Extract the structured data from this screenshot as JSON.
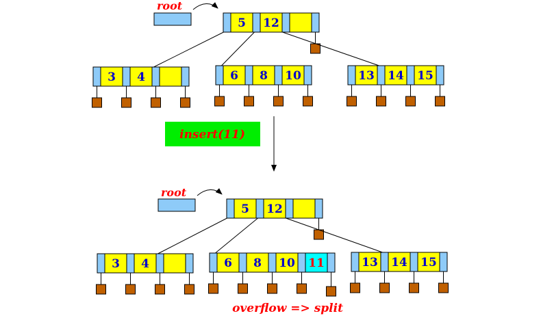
{
  "colors": {
    "pointer_cell": "#8ecbf8",
    "key_cell": "#ffff00",
    "new_key_cell": "#00ffff",
    "child_box": "#c06000",
    "root_box": "#8ecbf8",
    "label_red": "#ff0000",
    "key_blue": "#0000cc",
    "op_box": "#00ee00",
    "outline": "#000000"
  },
  "before": {
    "root_label": "root",
    "root_node": {
      "keys": [
        "5",
        "12",
        ""
      ]
    },
    "leaves": [
      {
        "name": "left",
        "keys": [
          "3",
          "4",
          ""
        ]
      },
      {
        "name": "middle",
        "keys": [
          "6",
          "8",
          "10"
        ]
      },
      {
        "name": "right",
        "keys": [
          "13",
          "14",
          "15"
        ]
      }
    ]
  },
  "operation": {
    "label": "insert(11)"
  },
  "after": {
    "root_label": "root",
    "root_node": {
      "keys": [
        "5",
        "12",
        ""
      ]
    },
    "leaves": [
      {
        "name": "left",
        "keys": [
          "3",
          "4",
          ""
        ]
      },
      {
        "name": "middle",
        "keys": [
          "6",
          "8",
          "10",
          "11"
        ],
        "new_key": "11"
      },
      {
        "name": "right",
        "keys": [
          "13",
          "14",
          "15"
        ]
      }
    ]
  },
  "caption": "overflow => split"
}
